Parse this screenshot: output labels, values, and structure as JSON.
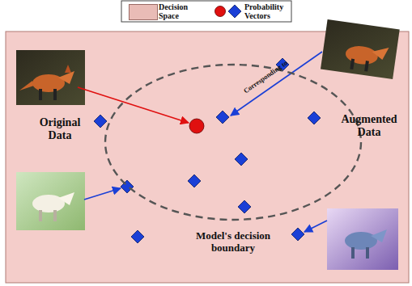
{
  "diagram": {
    "nodes": [
      {
        "text": [
          "Model's decision boundary"
        ]
      }
    ],
    "labels": [
      "Original Data",
      "Augmented Data",
      "Corresponding to"
    ],
    "legend": [
      {
        "text": "Decision Space",
        "color": "#e9bcb6"
      },
      {
        "text": "Probability Vectors"
      }
    ]
  }
}
